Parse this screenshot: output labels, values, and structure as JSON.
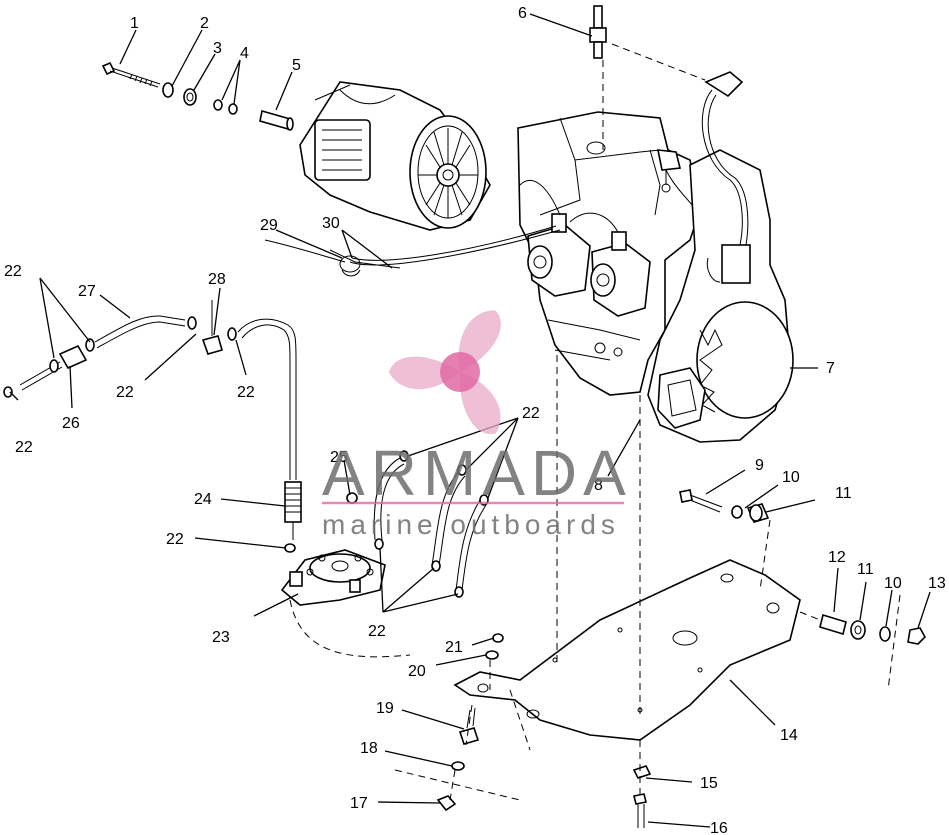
{
  "watermark": {
    "title": "ARMADA",
    "subtitle": "marine outboards",
    "logo_color": "#e8a9c8",
    "text_color": "#6e6e6e"
  },
  "callouts": {
    "c1": "1",
    "c2": "2",
    "c3": "3",
    "c4": "4",
    "c5": "5",
    "c6": "6",
    "c7": "7",
    "c8": "8",
    "c9": "9",
    "c10a": "10",
    "c10b": "10",
    "c11a": "11",
    "c11b": "11",
    "c12": "12",
    "c13": "13",
    "c14": "14",
    "c15": "15",
    "c16": "16",
    "c17": "17",
    "c18": "18",
    "c19": "19",
    "c20": "20",
    "c21": "21",
    "c22a": "22",
    "c22b": "22",
    "c22c": "22",
    "c22d": "22",
    "c22e": "22",
    "c22f": "22",
    "c22g": "22",
    "c23": "23",
    "c24": "24",
    "c25": "25",
    "c26": "26",
    "c27": "27",
    "c28": "28",
    "c29": "29",
    "c30": "30"
  }
}
